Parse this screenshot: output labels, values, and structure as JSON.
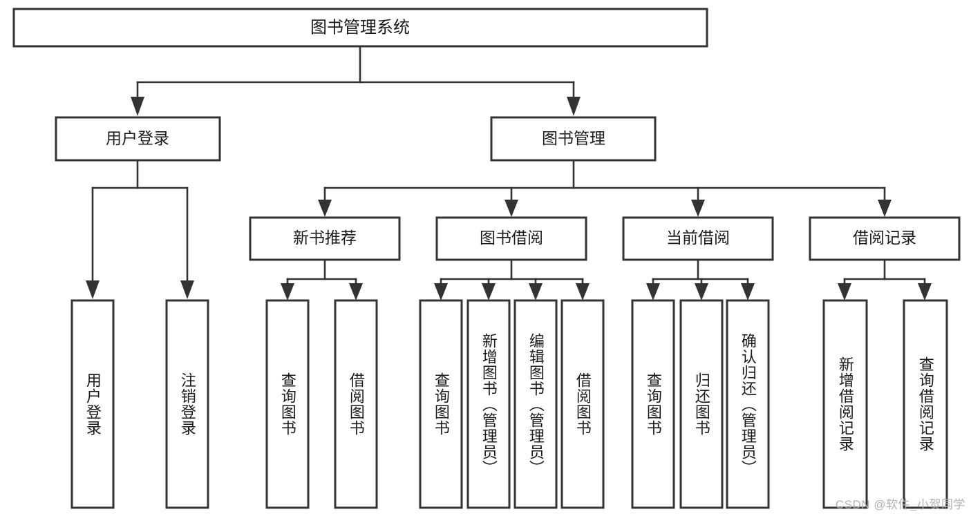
{
  "diagram": {
    "type": "tree-hierarchy-chart",
    "title": "图书管理系统",
    "watermark": "CSDN @软件_小贺同学",
    "colors": {
      "box_stroke": "#333333",
      "box_fill": "#ffffff",
      "text": "#1a1a1a",
      "watermark": "#b3b3b3"
    },
    "root": {
      "label": "图书管理系统"
    },
    "level2": [
      {
        "label": "用户登录"
      },
      {
        "label": "图书管理"
      }
    ],
    "level3": [
      {
        "label": "新书推荐"
      },
      {
        "label": "图书借阅"
      },
      {
        "label": "当前借阅"
      },
      {
        "label": "借阅记录"
      }
    ],
    "leaves": {
      "user_login": [
        {
          "label": "用户登录"
        },
        {
          "label": "注销登录"
        }
      ],
      "new_book_recommend": [
        {
          "label": "查询图书"
        },
        {
          "label": "借阅图书"
        }
      ],
      "book_borrow": [
        {
          "label": "查询图书"
        },
        {
          "label": "新增图书（管理员）"
        },
        {
          "label": "编辑图书（管理员）"
        },
        {
          "label": "借阅图书"
        }
      ],
      "current_borrow": [
        {
          "label": "查询图书"
        },
        {
          "label": "归还图书"
        },
        {
          "label": "确认归还（管理员）"
        }
      ],
      "borrow_record": [
        {
          "label": "新增借阅记录"
        },
        {
          "label": "查询借阅记录"
        }
      ]
    }
  }
}
